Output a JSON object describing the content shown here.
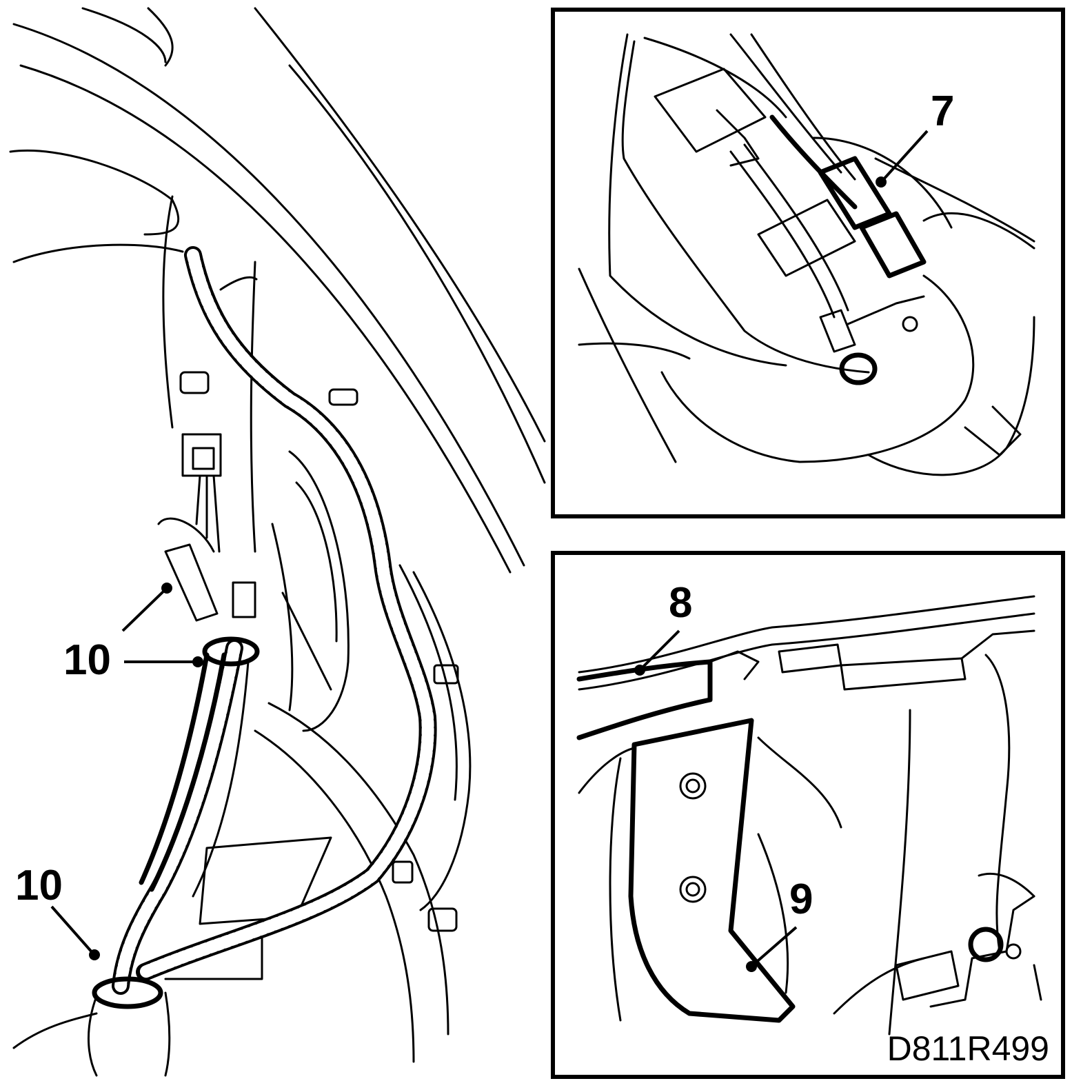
{
  "callouts": {
    "main_upper": "10",
    "main_lower": "10",
    "inset_top": "7",
    "inset_bottom_a": "8",
    "inset_bottom_b": "9"
  },
  "reference_code": "D811R499"
}
